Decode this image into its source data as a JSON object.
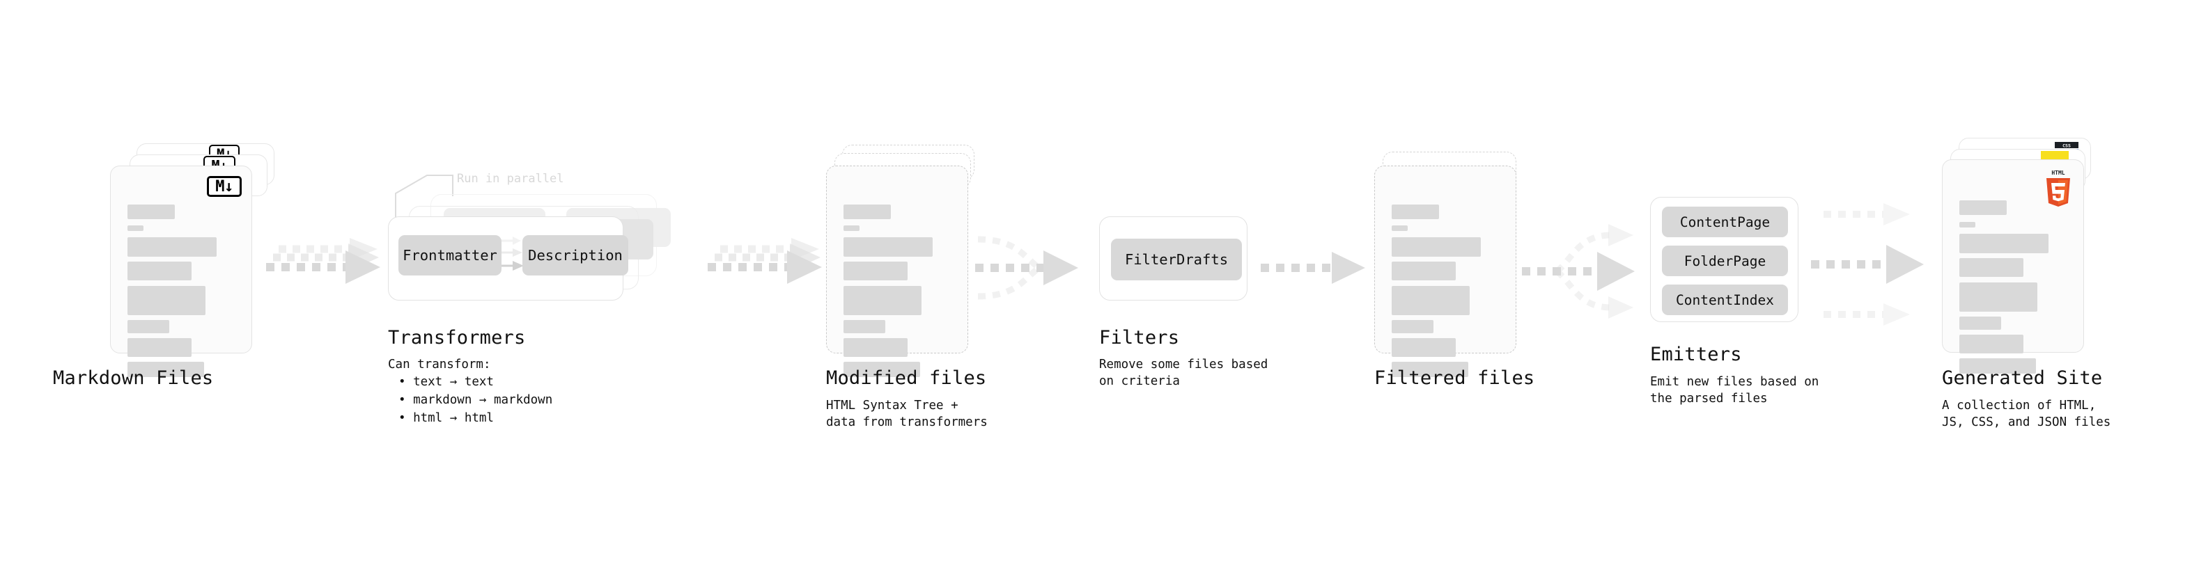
{
  "meta": {
    "background": "#ffffff",
    "ink": "#111111",
    "bar_color": "#d9d9d9",
    "chip_color": "#d8d8d8",
    "arrow_color": "#d8d8d8",
    "outline_color": "#e3e3e3"
  },
  "stages": [
    {
      "key": "markdown_files",
      "title": "Markdown Files",
      "subtitle": "",
      "icon": "markdown-icon",
      "icon_label": "M↓"
    },
    {
      "key": "transformers",
      "title": "Transformers",
      "subtitle": "Can transform:",
      "note": "Run in parallel",
      "bullets": [
        "• text → text",
        "• markdown → markdown",
        "• html → html"
      ],
      "chips": [
        "Frontmatter",
        "Description"
      ]
    },
    {
      "key": "modified_files",
      "title": "Modified files",
      "subtitle": "HTML Syntax Tree +\ndata from transformers"
    },
    {
      "key": "filters",
      "title": "Filters",
      "subtitle": "Remove some files based\non criteria",
      "chips": [
        "FilterDrafts"
      ]
    },
    {
      "key": "filtered_files",
      "title": "Filtered files",
      "subtitle": ""
    },
    {
      "key": "emitters",
      "title": "Emitters",
      "subtitle": "Emit new files based on\nthe parsed files",
      "chips": [
        "ContentPage",
        "FolderPage",
        "ContentIndex"
      ]
    },
    {
      "key": "generated_site",
      "title": "Generated Site",
      "subtitle": "A collection of HTML,\nJS, CSS, and JSON files",
      "icons": [
        "css-icon",
        "javascript-icon",
        "html5-icon"
      ],
      "html5_top_label": "HTML",
      "html5_glyph": "5",
      "css_glyph": "CSS"
    }
  ],
  "connectors": [
    {
      "name": "markdown-to-transformers",
      "style": "dashed-arrow-stack"
    },
    {
      "name": "transformers-to-modified",
      "style": "dashed-arrow-stack"
    },
    {
      "name": "modified-to-filters",
      "style": "dashed-arrow-fan-in"
    },
    {
      "name": "filters-to-filtered",
      "style": "dashed-arrow"
    },
    {
      "name": "filtered-to-emitters",
      "style": "dashed-arrow-fan-out"
    },
    {
      "name": "emitters-to-site",
      "style": "dashed-arrow-triple"
    }
  ],
  "skeleton_rows": [
    {
      "w": 105,
      "h": 33,
      "gap": 10
    },
    {
      "w": 36,
      "h": 12,
      "gap": 14
    },
    {
      "w": 195,
      "h": 45,
      "gap": 11
    },
    {
      "w": 125,
      "h": 45,
      "gap": 11
    },
    {
      "w": 170,
      "h": 69,
      "gap": 11
    },
    {
      "w": 78,
      "h": 32,
      "gap": 11
    },
    {
      "w": 125,
      "h": 45,
      "gap": 11
    },
    {
      "w": 172,
      "h": 36,
      "gap": 0
    }
  ]
}
